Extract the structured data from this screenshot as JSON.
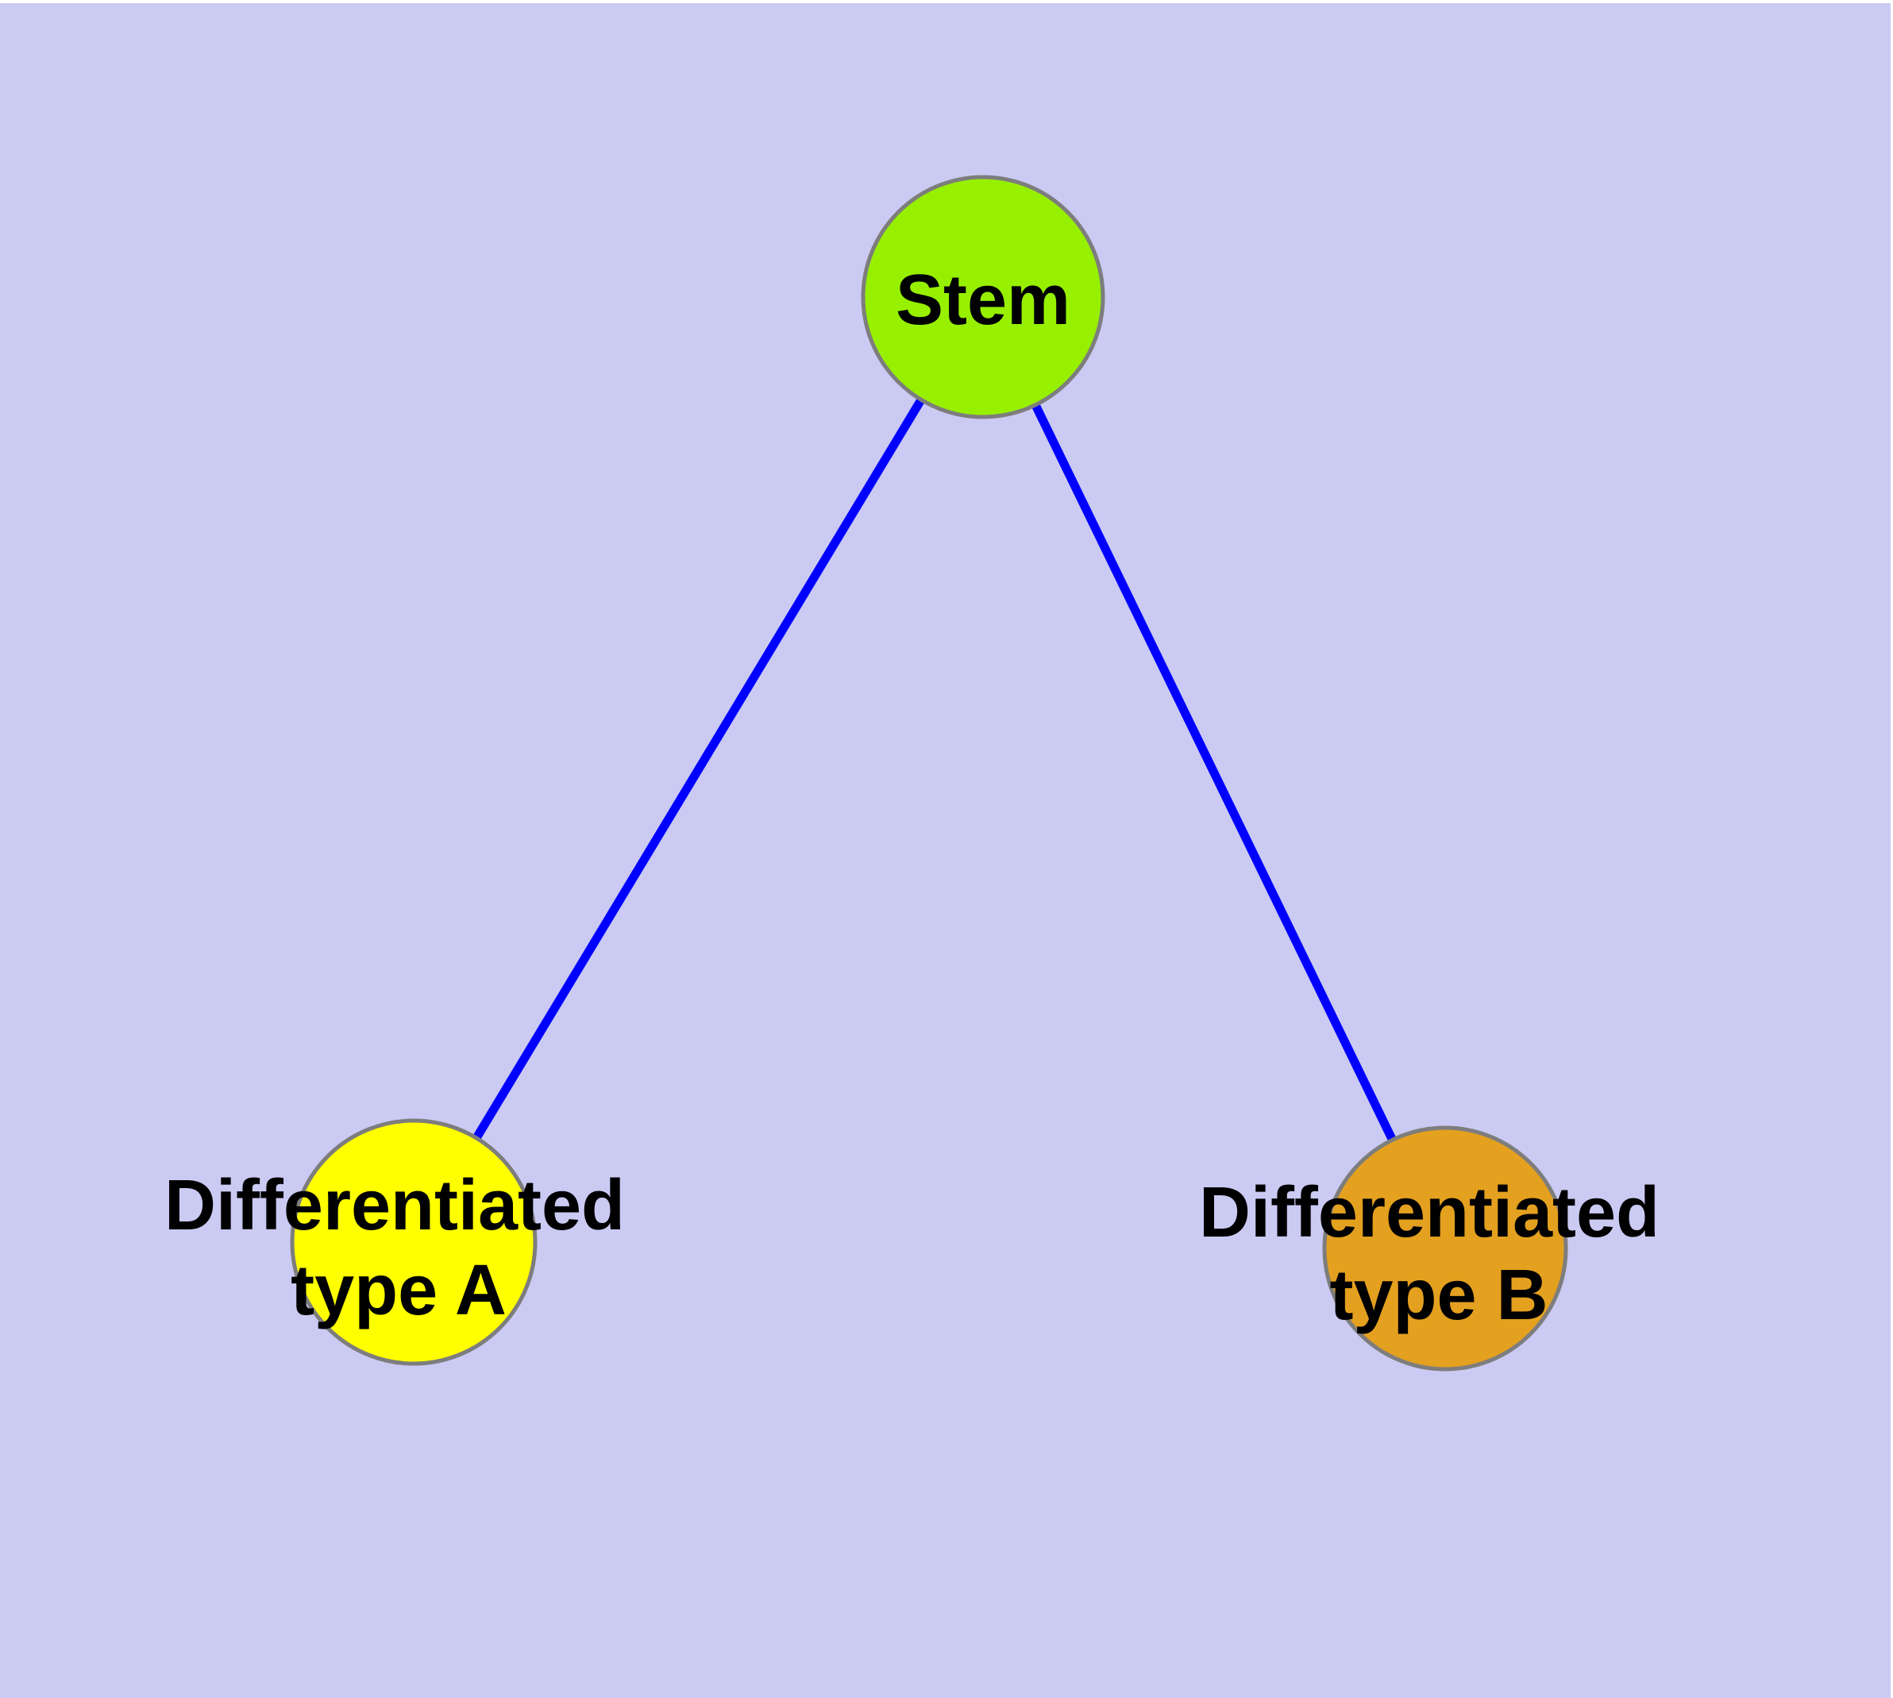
{
  "diagram": {
    "background_color": "#cacaf3",
    "edge_color": "#0000ff",
    "node_border_color": "#7d7d7d",
    "label_color": "#000000",
    "nodes": {
      "stem": {
        "label": "Stem",
        "color": "#97f000"
      },
      "type_a": {
        "label": "Differentiated type A",
        "line1": "Differentiated",
        "line2": "type A",
        "color": "#ffff00"
      },
      "type_b": {
        "label": "Differentiated type B",
        "line1": "Differentiated",
        "line2": "type B",
        "color": "#e4a01f"
      }
    },
    "edges": [
      {
        "from": "Stem",
        "to": "Differentiated type A"
      },
      {
        "from": "Stem",
        "to": "Differentiated type B"
      }
    ]
  }
}
